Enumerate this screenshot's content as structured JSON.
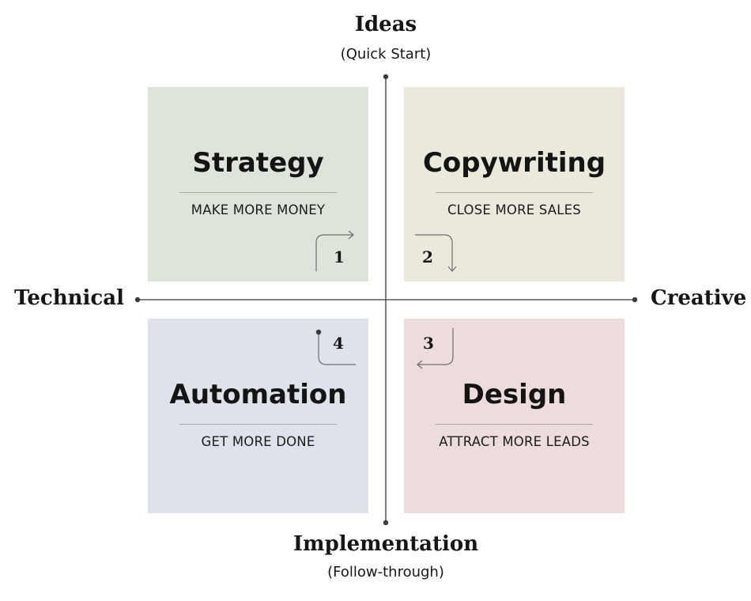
{
  "axes": {
    "top": {
      "title": "Ideas",
      "subtitle": "(Quick Start)"
    },
    "bottom": {
      "title": "Implementation",
      "subtitle": "(Follow-through)"
    },
    "left": {
      "title": "Technical"
    },
    "right": {
      "title": "Creative"
    }
  },
  "quadrants": {
    "top_left": {
      "title": "Strategy",
      "subtitle": "MAKE MORE MONEY",
      "step": "1",
      "color": "#dde5da"
    },
    "top_right": {
      "title": "Copywriting",
      "subtitle": "CLOSE MORE SALES",
      "step": "2",
      "color": "#ebe9dc"
    },
    "bottom_right": {
      "title": "Design",
      "subtitle": "ATTRACT MORE LEADS",
      "step": "3",
      "color": "#ecdcdc"
    },
    "bottom_left": {
      "title": "Automation",
      "subtitle": "GET MORE DONE",
      "step": "4",
      "color": "#dde3e8"
    }
  },
  "colors": {
    "axis_line": "#3a3a3a",
    "arrow": "#6f6f6f"
  }
}
